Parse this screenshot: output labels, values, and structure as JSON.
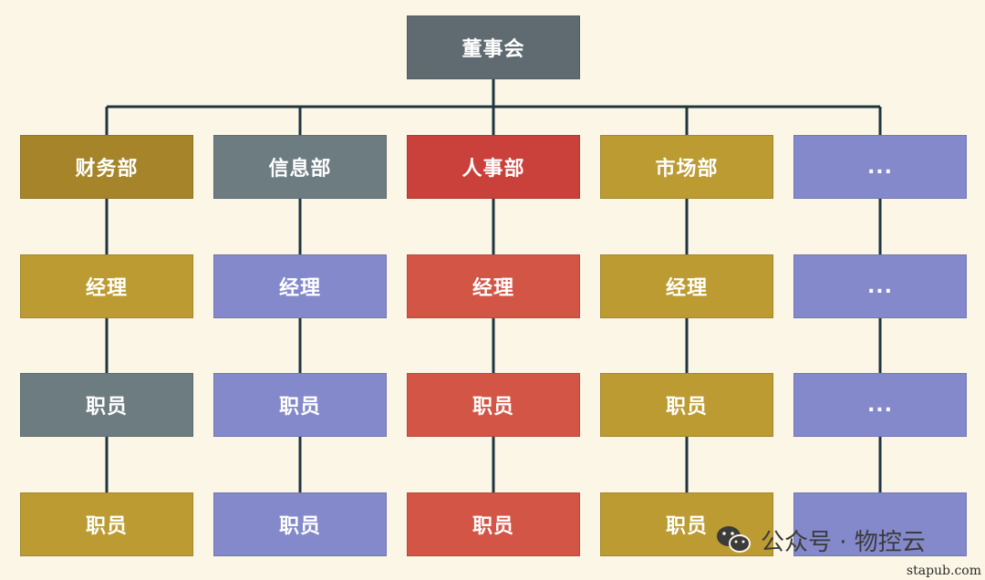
{
  "colors": {
    "board": "#5f6b71",
    "finance_dark": "#a5842a",
    "gold": "#bb9b32",
    "slate": "#6d7c80",
    "red_dark": "#c9413a",
    "red": "#d35546",
    "purple": "#8389ca",
    "connector": "#1f3540"
  },
  "board": {
    "label": "董事会"
  },
  "departments": [
    {
      "name": "财务部",
      "colors": [
        "#a5842a",
        "#bb9b32",
        "#6d7c80",
        "#bb9b32"
      ],
      "children": [
        "经理",
        "职员",
        "职员"
      ]
    },
    {
      "name": "信息部",
      "colors": [
        "#6d7c80",
        "#8389ca",
        "#8389ca",
        "#8389ca"
      ],
      "children": [
        "经理",
        "职员",
        "职员"
      ]
    },
    {
      "name": "人事部",
      "colors": [
        "#c9413a",
        "#d35546",
        "#d35546",
        "#d35546"
      ],
      "children": [
        "经理",
        "职员",
        "职员"
      ]
    },
    {
      "name": "市场部",
      "colors": [
        "#bb9b32",
        "#bb9b32",
        "#bb9b32",
        "#bb9b32"
      ],
      "children": [
        "经理",
        "职员",
        "职员"
      ]
    },
    {
      "name": "...",
      "colors": [
        "#8389ca",
        "#8389ca",
        "#8389ca",
        "#8389ca"
      ],
      "children": [
        "...",
        "...",
        ""
      ]
    }
  ],
  "watermark": {
    "text": "公众号 · 物控云",
    "icon": "wechat-icon"
  },
  "site": {
    "label": "stapub.com"
  }
}
